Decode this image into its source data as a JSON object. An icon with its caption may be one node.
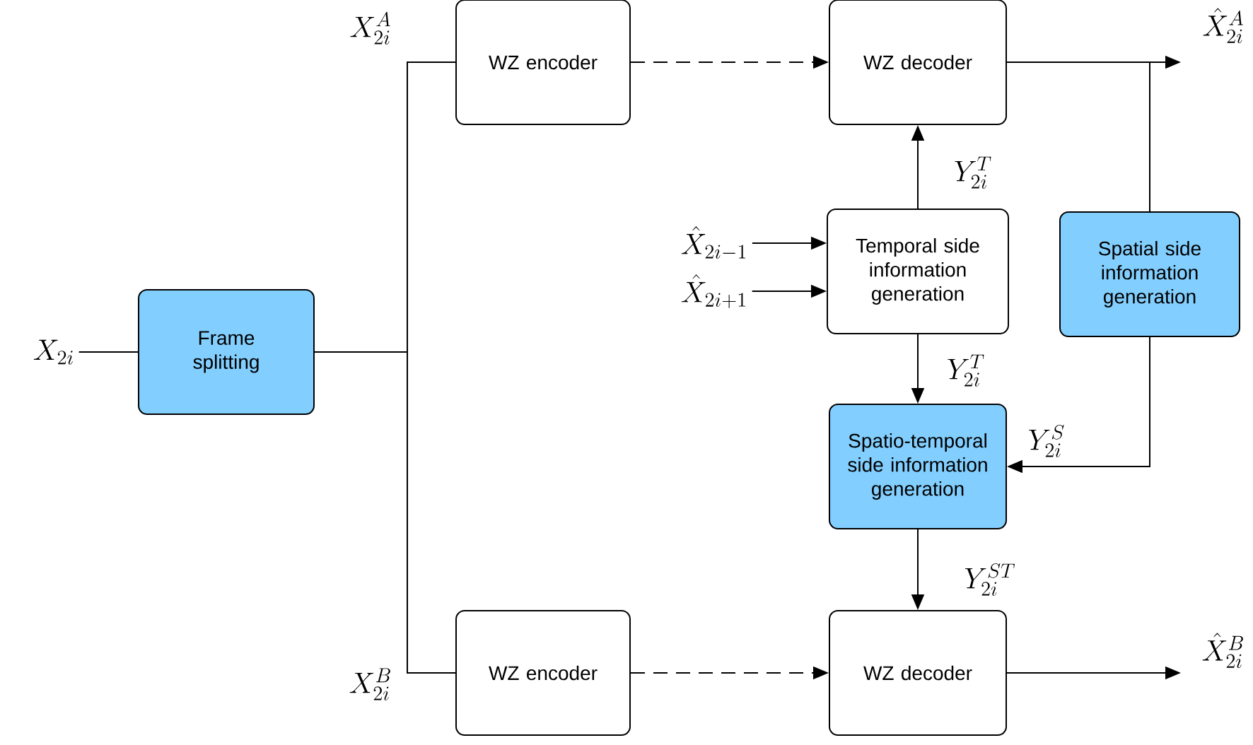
{
  "diagram": {
    "nodes": [
      {
        "text": [
          "X_{2i}"
        ]
      },
      {
        "text": [
          "Frame splitting"
        ]
      },
      {
        "text": [
          "WZ encoder"
        ]
      },
      {
        "text": [
          "WZ encoder"
        ]
      },
      {
        "text": [
          "WZ decoder"
        ]
      },
      {
        "text": [
          "WZ decoder"
        ]
      },
      {
        "text": [
          "Temporal side information generation"
        ]
      },
      {
        "text": [
          "Spatial side information generation"
        ]
      },
      {
        "text": [
          "Spatio-temporal side information generation"
        ]
      },
      {
        "text": [
          "\\hat{X}_{2i-1}"
        ]
      },
      {
        "text": [
          "\\hat{X}_{2i+1}"
        ]
      }
    ],
    "edges": [
      {
        "from": 0,
        "to": 1,
        "arrow": "none"
      },
      {
        "from": 1,
        "to": 2,
        "arrow": "none",
        "label": "X_{2i}^{A}"
      },
      {
        "from": 1,
        "to": 3,
        "arrow": "none",
        "label": "X_{2i}^{B}"
      },
      {
        "from": 2,
        "to": 4,
        "arrow": "to",
        "style": "dashed"
      },
      {
        "from": 3,
        "to": 5,
        "arrow": "to",
        "style": "dashed"
      },
      {
        "from": 9,
        "to": 6,
        "arrow": "to"
      },
      {
        "from": 10,
        "to": 6,
        "arrow": "to"
      },
      {
        "from": 6,
        "to": 4,
        "arrow": "to",
        "label": "Y_{2i}^{T}"
      },
      {
        "from": 6,
        "to": 8,
        "arrow": "to",
        "label": "Y_{2i}^{T}"
      },
      {
        "from": 4,
        "to": null,
        "arrow": "to",
        "label": "\\hat{X}_{2i}^{A}"
      },
      {
        "from": 5,
        "to": null,
        "arrow": "to",
        "label": "\\hat{X}_{2i}^{B}"
      },
      {
        "from": 4,
        "to": 7,
        "arrow": "none"
      },
      {
        "from": 7,
        "to": 8,
        "arrow": "to",
        "label": "Y_{2i}^{S}"
      },
      {
        "from": 8,
        "to": 5,
        "arrow": "to",
        "label": "Y_{2i}^{ST}"
      }
    ]
  }
}
